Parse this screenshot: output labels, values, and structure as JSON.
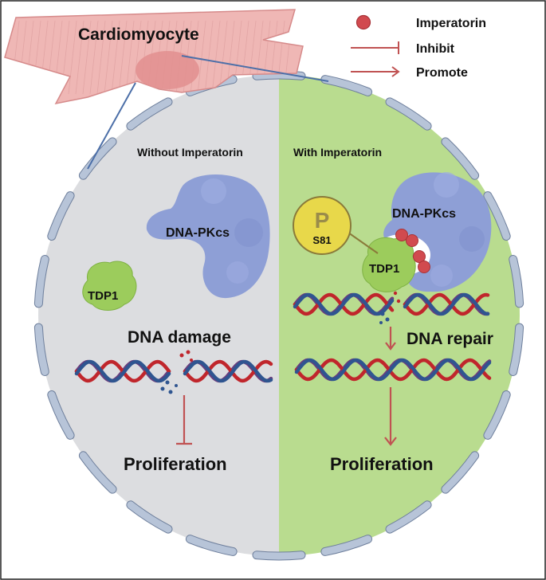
{
  "header": {
    "cell_label": "Cardiomyocyte"
  },
  "legend": {
    "items": [
      {
        "label": "Imperatorin",
        "symbol": "red-dot"
      },
      {
        "label": "Inhibit",
        "symbol": "inhibit-bar-arrow"
      },
      {
        "label": "Promote",
        "symbol": "promote-arrow"
      }
    ]
  },
  "left_panel": {
    "title": "Without Imperatorin",
    "enzyme_label": "DNA-PKcs",
    "protein_label": "TDP1",
    "state_label": "DNA damage",
    "outcome_label": "Proliferation"
  },
  "right_panel": {
    "title": "With Imperatorin",
    "enzyme_label": "DNA-PKcs",
    "phospho_letter": "P",
    "phospho_site": "S81",
    "protein_label": "TDP1",
    "state_label": "DNA repair",
    "outcome_label": "Proliferation"
  },
  "colors": {
    "left_bg": "#dcdde0",
    "right_bg": "#b9dc8f",
    "membrane": "#b7c4d8",
    "dna_red": "#c0262c",
    "dna_blue": "#2f5590",
    "dna_purple": "#6a3d7d",
    "enzyme": "#8e9fd6",
    "tdp1": "#9ccc5c",
    "imperatorin": "#d14a4f",
    "arrow": "#c05252",
    "phospho": "#e8d84a"
  }
}
